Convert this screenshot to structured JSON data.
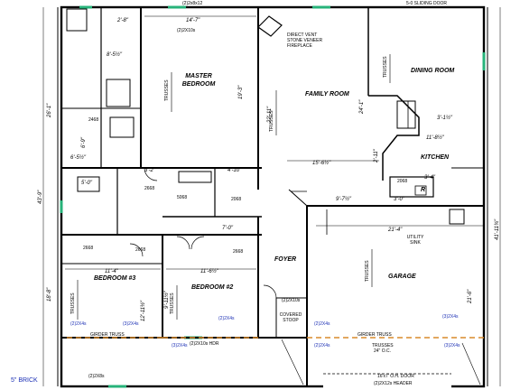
{
  "rooms": {
    "master": [
      "MASTER",
      "BEDROOM"
    ],
    "family": "FAMILY ROOM",
    "dining": "DINING ROOM",
    "kitchen": "KITCHEN",
    "bed3": "BEDROOM #3",
    "bed2": "BEDROOM #2",
    "foyer": "FOYER",
    "garage": "GARAGE",
    "utility": [
      "UTILITY",
      "SINK"
    ],
    "stoop": [
      "COVERED",
      "STOOP"
    ]
  },
  "notes": {
    "fireplace": [
      "DIRECT VENT",
      "STONE VENEER",
      "FIREPLACE"
    ],
    "girder_left": "GIRDER TRUSS",
    "girder_right": "GIRDER TRUSS",
    "trusses": "TRUSSES",
    "oc": "24\" O.C.",
    "header_left": "(2)2X10s HDR",
    "door": "16'x7' O.H. DOOR",
    "door_header": "(2)2X12s HEADER",
    "sliding": "5-0 SLIDING DOOR",
    "brick": "5\" BRICK",
    "r": "R"
  },
  "dims": {
    "d14_7": "14'-7\"",
    "d22_11": "22'-11\"",
    "d15_6": "15'-6½\"",
    "d21_4": "21'-4\"",
    "d11_4": "11'-4\"",
    "d11_6": "11'-6½\"",
    "d9_7": "9'-7½\"",
    "d9_11": "9'-11½\"",
    "d7_0": "7'-0\"",
    "d5_0": "5'-0\"",
    "d6_5": "6'-5½\"",
    "d2_8": "2'-8\"",
    "d3_0": "3'-0\"",
    "d3_4": "3'-4\"",
    "d4_10": "4'-10\"",
    "d3_2": "3'-2\"",
    "d8_5": "8'-5½\"",
    "d6_9": "6'-9\"",
    "d19_3": "19'-3\"",
    "d24_1": "24'-1\"",
    "d21_6": "21'-6\"",
    "d43_9": "43'-9\"",
    "d26_1": "26'-1\"",
    "d18_8": "18'-8\"",
    "d41_11": "41'-11¾\"",
    "d3_1": "3'-1½\"",
    "d11_8": "11'-8½\"",
    "d2_11": "2'-11\"",
    "d12_11": "12'-11½\""
  },
  "callouts": {
    "x2x4s": "(2)2X4s",
    "x3x4s": "(3)2X4s",
    "x2x10s": "(2)2X10s",
    "x2x8x12": "(2)2x8x12",
    "x2x8": "(2)2X8s",
    "h2668": "2668",
    "h2468": "2468",
    "h2068": "2068",
    "h5068": "5068"
  }
}
